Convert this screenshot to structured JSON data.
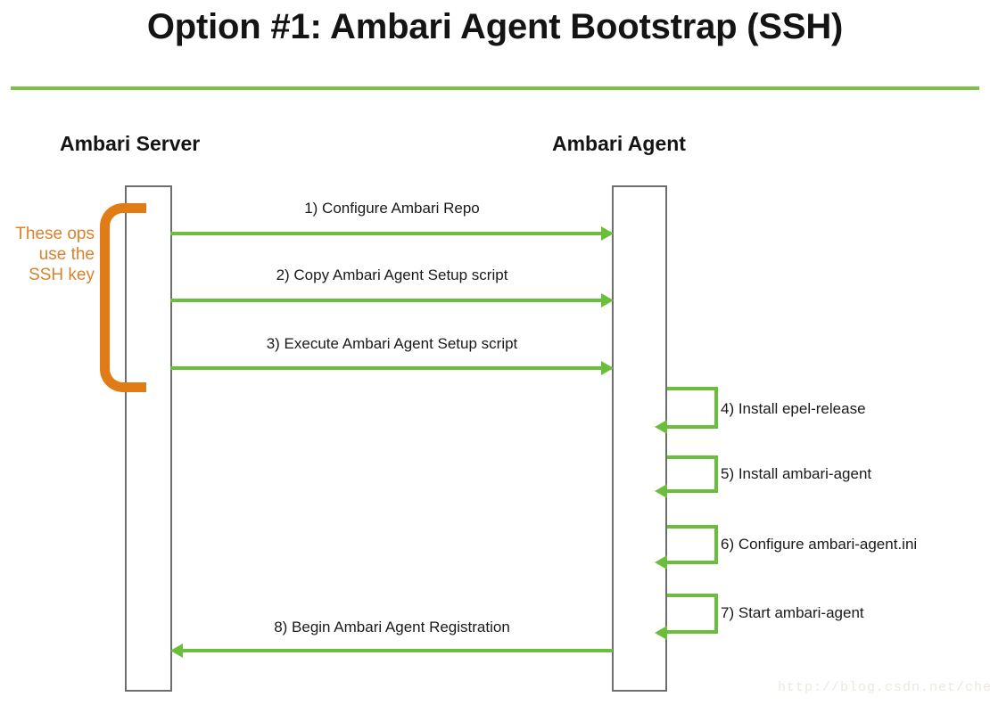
{
  "slide": {
    "title": "Option #1: Ambari Agent Bootstrap (SSH)",
    "accent_green": "#7DC242",
    "arrow_green": "#6BBE3C",
    "annotation_orange": "#D9822B",
    "lifeline_stroke": "#6e6e6e"
  },
  "participants": [
    {
      "id": "server",
      "label": "Ambari Server"
    },
    {
      "id": "agent",
      "label": "Ambari Agent"
    }
  ],
  "messages": [
    {
      "number": "1",
      "label": "1) Configure Ambari Repo",
      "direction": "right"
    },
    {
      "number": "2",
      "label": "2) Copy Ambari Agent Setup script",
      "direction": "right"
    },
    {
      "number": "3",
      "label": "3) Execute Ambari Agent Setup script",
      "direction": "right"
    },
    {
      "number": "8",
      "label": "8) Begin Ambari Agent Registration",
      "direction": "left"
    }
  ],
  "self_messages": [
    {
      "number": "4",
      "label": "4) Install epel-release"
    },
    {
      "number": "5",
      "label": "5) Install ambari-agent"
    },
    {
      "number": "6",
      "label": "6) Configure ambari-agent.ini"
    },
    {
      "number": "7",
      "label": "7) Start ambari-agent"
    }
  ],
  "annotation": {
    "text": "These ops use the SSH key",
    "covers_steps": "1-3"
  },
  "watermark": {
    "text": "http://blog.csdn.net/chengyu"
  }
}
